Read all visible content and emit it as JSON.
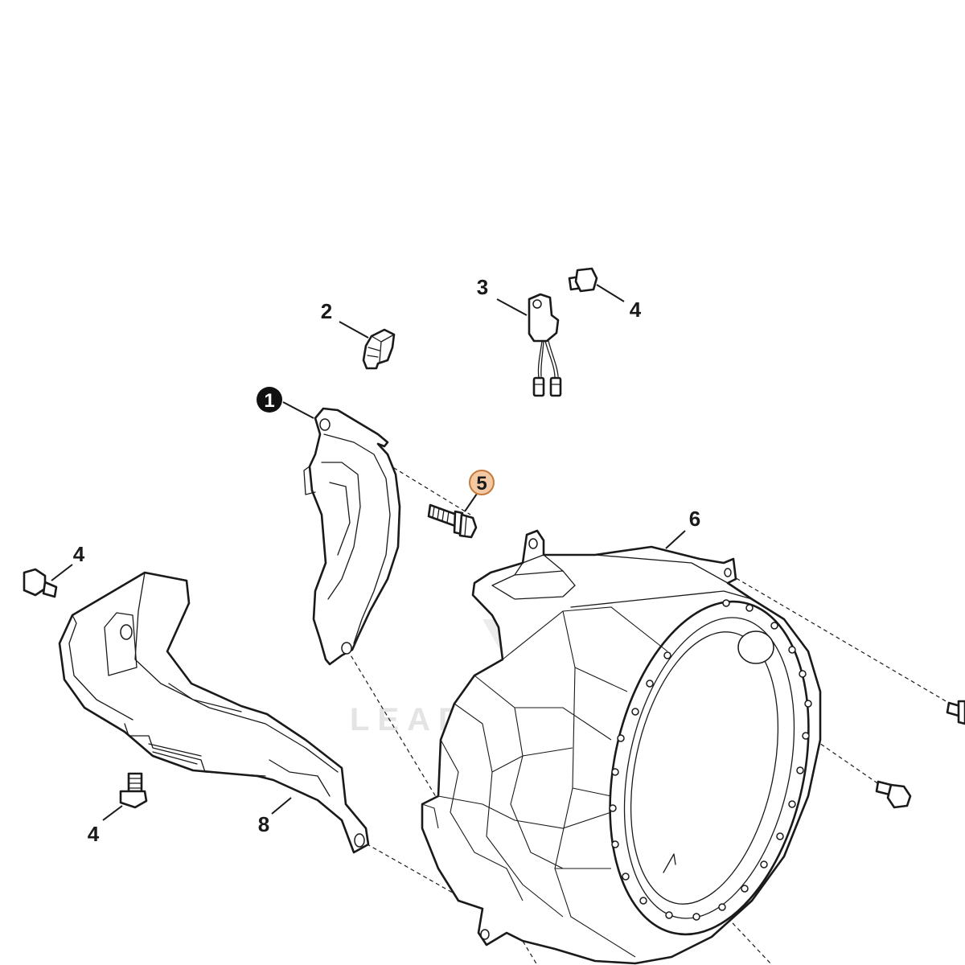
{
  "watermark": {
    "text": "LEADVENTURE",
    "color": "#e4e4e4"
  },
  "colors": {
    "line": "#1a1a1a",
    "highlight_fill": "#f3c9a4",
    "highlight_stroke": "#c47a3c",
    "selected_fill": "#111111"
  },
  "callouts": {
    "c1": "1",
    "c2": "2",
    "c3": "3",
    "c4a": "4",
    "c4b": "4",
    "c4c": "4",
    "c5": "5",
    "c6": "6",
    "c8": "8"
  }
}
